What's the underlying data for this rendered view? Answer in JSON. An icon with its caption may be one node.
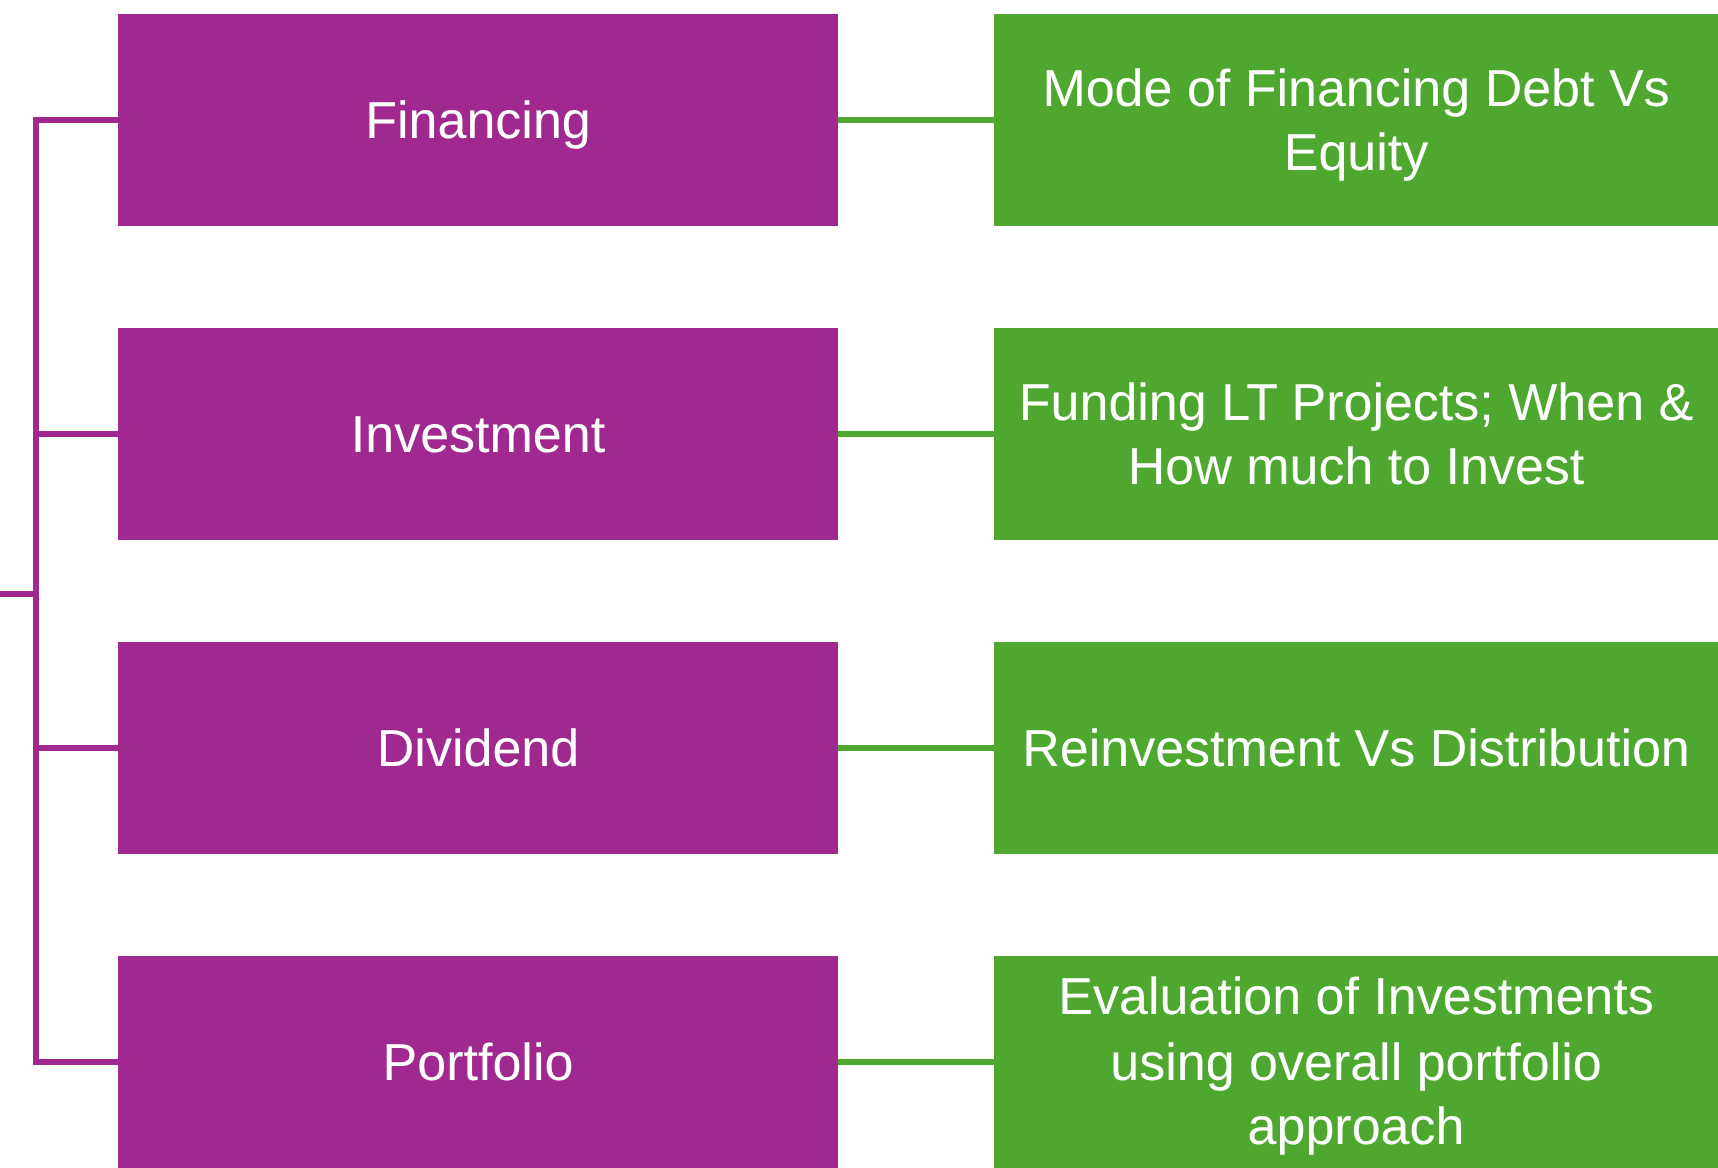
{
  "diagram": {
    "nodes": [
      {
        "text": [
          "Financing"
        ]
      },
      {
        "text": [
          "Mode of Financing Debt Vs Equity"
        ]
      },
      {
        "text": [
          "Investment"
        ]
      },
      {
        "text": [
          "Funding LT Projects; When & How much to Invest"
        ]
      },
      {
        "text": [
          "Dividend"
        ]
      },
      {
        "text": [
          "Reinvestment Vs Distribution"
        ]
      },
      {
        "text": [
          "Portfolio"
        ]
      },
      {
        "text": [
          "Evaluation of Investments using overall portfolio approach"
        ]
      }
    ],
    "edges": [
      {
        "from": null,
        "to": 0,
        "arrow": "none",
        "color": "#a0298f"
      },
      {
        "from": null,
        "to": 2,
        "arrow": "none",
        "color": "#a0298f"
      },
      {
        "from": null,
        "to": 4,
        "arrow": "none",
        "color": "#a0298f"
      },
      {
        "from": null,
        "to": 6,
        "arrow": "none",
        "color": "#a0298f"
      },
      {
        "from": 0,
        "to": 1,
        "arrow": "none",
        "color": "#4ea72e"
      },
      {
        "from": 2,
        "to": 3,
        "arrow": "none",
        "color": "#4ea72e"
      },
      {
        "from": 4,
        "to": 5,
        "arrow": "none",
        "color": "#4ea72e"
      },
      {
        "from": 6,
        "to": 7,
        "arrow": "none",
        "color": "#4ea72e"
      }
    ]
  }
}
